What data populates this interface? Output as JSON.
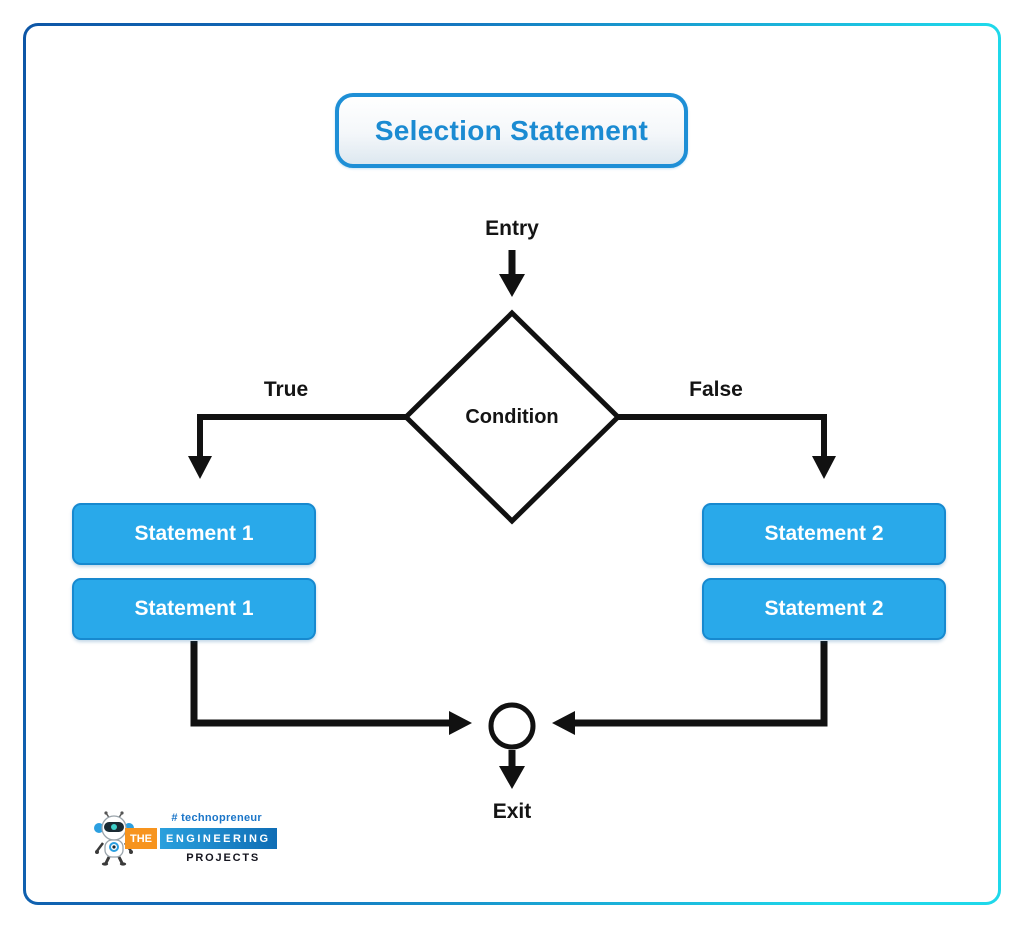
{
  "frame": {
    "gradient_start_color": "#0d56a6",
    "gradient_end_color": "#1fd8ea"
  },
  "title": {
    "label": "Selection Statement",
    "text_color": "#1b8bd2",
    "border_color": "#1e8fd6"
  },
  "flowchart": {
    "entry_label": "Entry",
    "condition_label": "Condition",
    "true_label": "True",
    "false_label": "False",
    "exit_label": "Exit",
    "true_branch_statements": [
      "Statement 1",
      "Statement 1"
    ],
    "false_branch_statements": [
      "Statement 2",
      "Statement 2"
    ],
    "statement_box_color": "#29a9ea",
    "statement_box_border_color": "#1789cf",
    "statement_text_color": "#ffffff",
    "line_color": "#111111"
  },
  "logo": {
    "tagline": "# technopreneur",
    "word_the": "THE",
    "word_engineering": "ENGINEERING",
    "word_projects": "PROJECTS",
    "the_badge_color": "#f7941e",
    "engineering_badge_color": "#1588c8",
    "robot_icon": "robot-mascot-icon"
  }
}
